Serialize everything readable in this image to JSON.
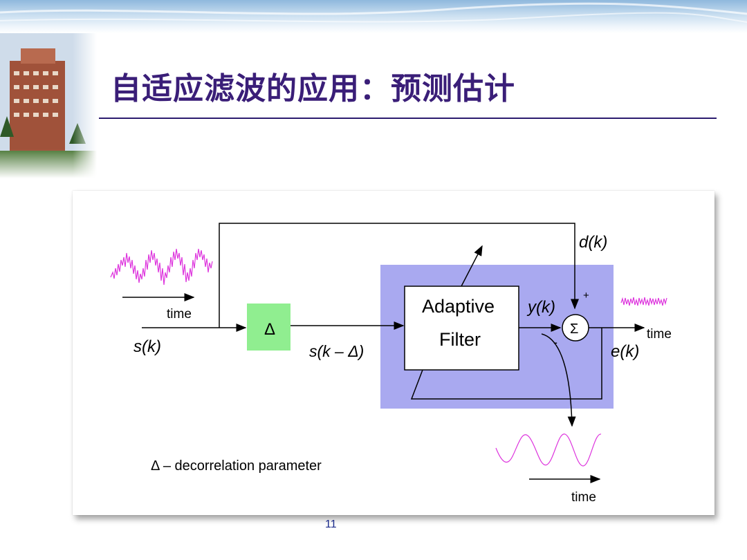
{
  "slide": {
    "title": "自适应滤波的应用：预测估计",
    "page_number": "11"
  },
  "diagram": {
    "labels": {
      "input_time": "time",
      "input_signal": "s(k)",
      "delay_symbol": "Δ",
      "delayed_signal": "s(k – Δ)",
      "filter_line1": "Adaptive",
      "filter_line2": "Filter",
      "desired": "d(k)",
      "output": "y(k)",
      "sum_symbol": "Σ",
      "plus": "+",
      "minus": "-",
      "error": "e(k)",
      "error_time": "time",
      "prediction_time": "time",
      "note": "Δ – decorrelation parameter"
    },
    "colors": {
      "delay_box": "#90ee90",
      "adaptive_region": "#a9a9f0",
      "waveform": "#dd33dd",
      "title": "#3a1e78"
    }
  }
}
